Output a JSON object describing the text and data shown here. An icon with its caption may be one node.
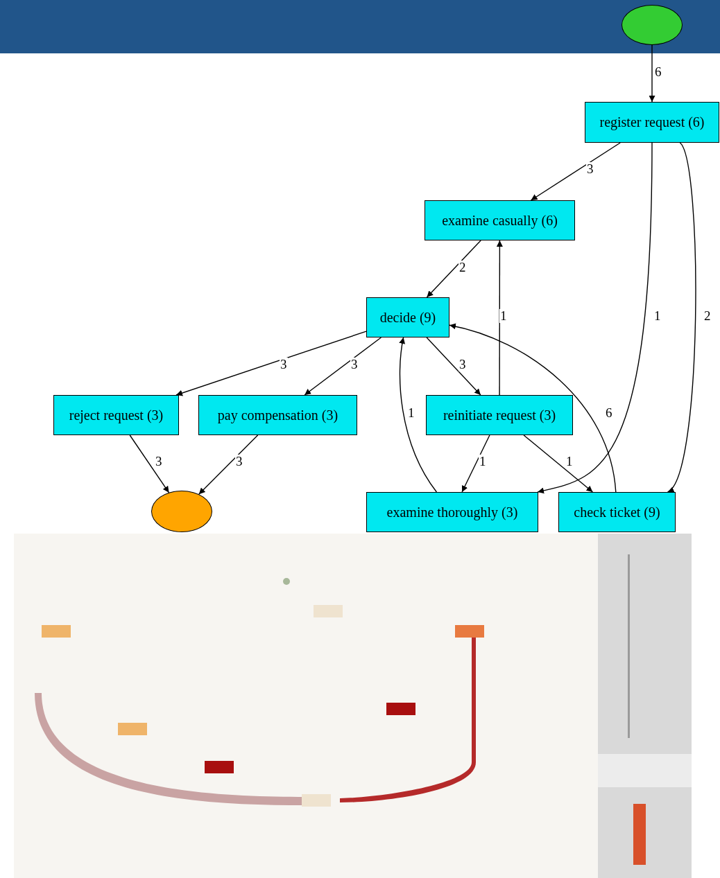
{
  "diagram": {
    "nodes": [
      {
        "text": [],
        "shape": "ellipse"
      },
      {
        "text": [
          "register request (6)"
        ]
      },
      {
        "text": [
          "examine casually (6)"
        ]
      },
      {
        "text": [
          "decide (9)"
        ]
      },
      {
        "text": [
          "reject request (3)"
        ]
      },
      {
        "text": [
          "pay compensation (3)"
        ]
      },
      {
        "text": [
          "reinitiate request (3)"
        ]
      },
      {
        "text": [
          "examine thoroughly (3)"
        ]
      },
      {
        "text": [
          "check ticket (9)"
        ]
      },
      {
        "text": [],
        "shape": "ellipse"
      }
    ],
    "edges": [
      {
        "from": 0,
        "to": 1,
        "arrow": "to",
        "label": "6"
      },
      {
        "from": 1,
        "to": 2,
        "arrow": "to",
        "label": "3"
      },
      {
        "from": 1,
        "to": 7,
        "arrow": "to",
        "label": "1"
      },
      {
        "from": 1,
        "to": 8,
        "arrow": "to",
        "label": "2"
      },
      {
        "from": 2,
        "to": 3,
        "arrow": "to",
        "label": "2"
      },
      {
        "from": 3,
        "to": 4,
        "arrow": "to",
        "label": "3"
      },
      {
        "from": 3,
        "to": 5,
        "arrow": "to",
        "label": "3"
      },
      {
        "from": 3,
        "to": 6,
        "arrow": "to",
        "label": "3"
      },
      {
        "from": 6,
        "to": 2,
        "arrow": "to",
        "label": "1"
      },
      {
        "from": 6,
        "to": 7,
        "arrow": "to",
        "label": "1"
      },
      {
        "from": 6,
        "to": 8,
        "arrow": "to",
        "label": "1"
      },
      {
        "from": 7,
        "to": 3,
        "arrow": "to",
        "label": "1"
      },
      {
        "from": 8,
        "to": 3,
        "arrow": "to",
        "label": "6"
      },
      {
        "from": 4,
        "to": 9,
        "arrow": "to",
        "label": "3"
      },
      {
        "from": 5,
        "to": 9,
        "arrow": "to",
        "label": "3"
      }
    ]
  }
}
